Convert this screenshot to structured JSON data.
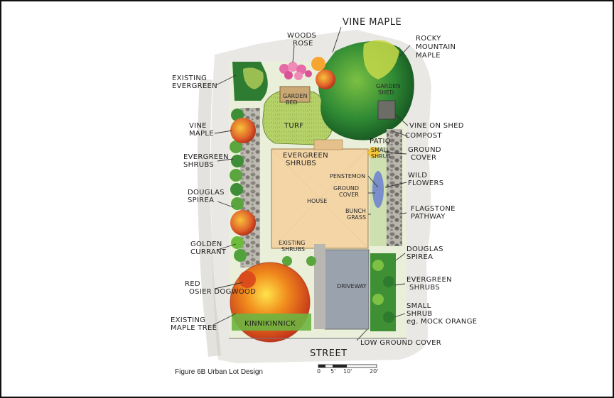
{
  "caption": "Figure 6B Urban Lot Design",
  "labels": {
    "vine_maple_top": "VINE MAPLE",
    "woods_rose": "WOODS ROSE",
    "rocky_mountain_maple": "ROCKY MOUNTAIN MAPLE",
    "existing_evergreen": "EXISTING EVERGREEN",
    "garden_bed": "GARDEN BED",
    "garden_shed": "GARDEN SHED",
    "turf": "TURF",
    "vine_on_shed": "VINE ON SHED",
    "compost": "COMPOST",
    "vine_maple_left": "VINE MAPLE",
    "patio": "PATIO",
    "small_shrub": "SMALL SHRUB",
    "ground_cover_right": "GROUND COVER",
    "evergreen_shrubs_left": "EVERGREEN SHRUBS",
    "evergreen_shrubs_center": "EVERGREEN SHRUBS",
    "penstemon": "PENSTEMON",
    "wild_flowers": "WILD FLOWERS",
    "ground_cover_center": "GROUND COVER",
    "douglas_spirea_left": "DOUGLAS SPIREA",
    "house": "HOUSE",
    "bunch_grass": "BUNCH GRASS",
    "flagstone_pathway": "FLAGSTONE PATHWAY",
    "golden_currant": "GOLDEN CURRANT",
    "existing_shrubs": "EXISTING SHRUBS",
    "douglas_spirea_right": "DOUGLAS SPIREA",
    "red_osier_dogwood": "RED OSIER DOGWOOD",
    "driveway": "DRIVEWAY",
    "evergreen_shrubs_right": "EVERGREEN SHRUBS",
    "existing_maple_tree": "EXISTING MAPLE TREE",
    "kinnikinnick": "KINNIKINNICK",
    "small_shrub_mock_orange": "SMALL SHRUB eg. MOCK ORANGE",
    "low_ground_cover": "LOW GROUND COVER",
    "street": "STREET"
  },
  "scale_bar": {
    "ticks": [
      "0",
      "5'",
      "10'",
      "20'"
    ]
  },
  "colors": {
    "turf": "#b7d36a",
    "dark_tree": "#1f6b2a",
    "house": "#f3d5a6",
    "driveway": "#9aa3ad",
    "maple_orange": "#f08a1c",
    "maple_red": "#d9461c",
    "rose_pink": "#e56aa5",
    "flagstone": "#8d8b86"
  }
}
